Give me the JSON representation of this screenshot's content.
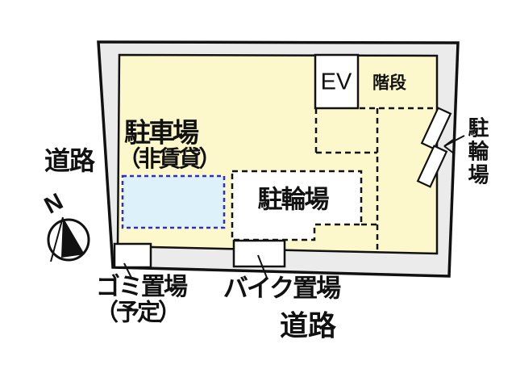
{
  "compass": {
    "north_label": "N"
  },
  "roads": {
    "left": "道路",
    "bottom": "道路"
  },
  "building": {
    "parking_lot": {
      "line1": "駐車場",
      "line2": "（非賃貸）"
    },
    "elevator_label": "EV",
    "stairs_label": "階段",
    "bicycle_parking_label": "駐輪場"
  },
  "exterior": {
    "bicycle_parking_label": "駐輪場",
    "garbage": {
      "line1": "ゴミ置場",
      "line2": "（予定）"
    },
    "motorcycle_label": "バイク置場"
  },
  "colors": {
    "site_fill": "#ebebeb",
    "building_fill": "#fcf8cb",
    "parking_space_fill": "#dcf1fa",
    "parking_space_border": "#2d2dcb",
    "line_color": "#111111"
  }
}
